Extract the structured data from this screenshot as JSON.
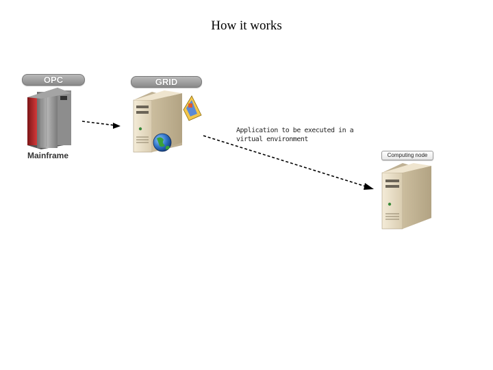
{
  "slide": {
    "title": "How it works"
  },
  "nodes": {
    "opc": {
      "badge": "OPC",
      "caption": "Mainframe"
    },
    "grid": {
      "badge": "GRID"
    },
    "computing": {
      "badge": "Computing node"
    }
  },
  "annotation": {
    "line1": "Application to be executed in a",
    "line2": "virtual environment"
  },
  "colors": {
    "mainframe_accent": "#c0282a",
    "server_beige": "#e8dcc4",
    "arrow": "#000000"
  },
  "icons": [
    "mainframe-icon",
    "server-icon",
    "globe-icon",
    "application-icon",
    "dashed-arrow"
  ]
}
